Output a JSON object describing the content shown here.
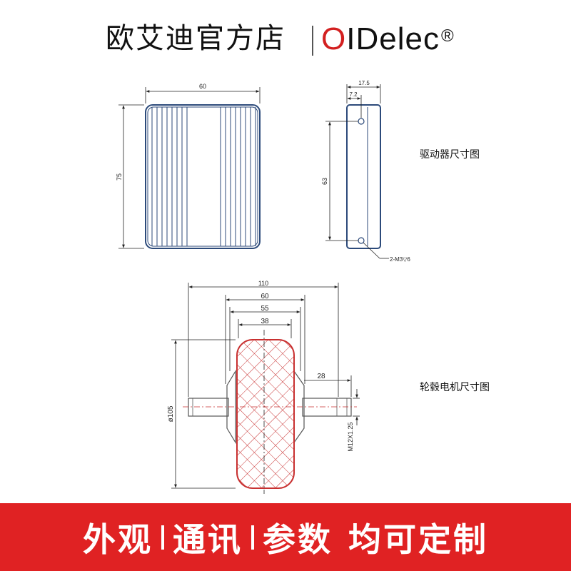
{
  "header": {
    "shop_name": "欧艾迪官方店",
    "brand_letter_o": "O",
    "brand_rest": "IDelec",
    "registered": "®"
  },
  "driver": {
    "caption": "驱动器尺寸图",
    "dim_width": "60",
    "dim_height": "75",
    "dim_depth": "17.5",
    "dim_offset": "7.2",
    "dim_hole_spacing": "63",
    "hole_note": "2-M3▽6"
  },
  "motor": {
    "caption": "轮毂电机尺寸图",
    "dim_total": "110",
    "dim_60": "60",
    "dim_55": "55",
    "dim_38": "38",
    "dim_shaft": "28",
    "dim_diameter": "ø105",
    "thread": "M12X1.25"
  },
  "footer": {
    "part1": "外观",
    "part2": "通讯",
    "part3": "参数",
    "part4": "均可定制"
  },
  "colors": {
    "accent": "#e02223",
    "outline_blue": "#2c4a7a",
    "tire_red": "#c83030"
  }
}
